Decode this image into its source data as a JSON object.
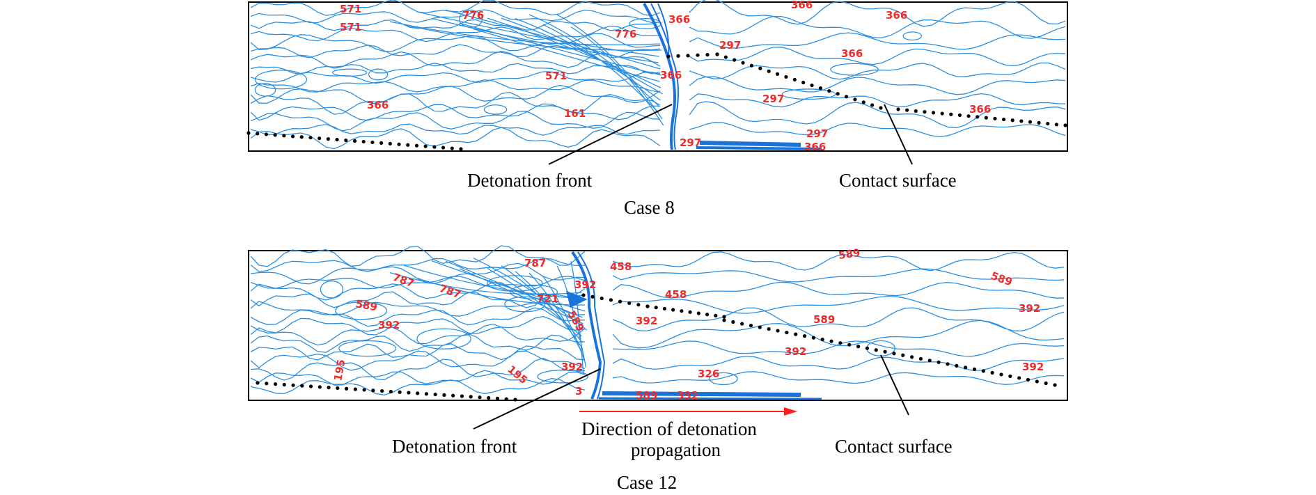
{
  "colors": {
    "contour": "#2b8fe0",
    "contour_dense": "#1a73d9",
    "contour_label": "#ee2a2a",
    "frame": "#000000",
    "direction_arrow": "#ff2020"
  },
  "panels": [
    {
      "caption": "Case 8",
      "annotations": {
        "detonation_front": "Detonation front",
        "contact_surface": "Contact surface"
      },
      "contour_labels": [
        "571",
        "571",
        "776",
        "776",
        "366",
        "366",
        "366",
        "297",
        "366",
        "571",
        "366",
        "366",
        "161",
        "297",
        "297",
        "366",
        "297",
        "366"
      ]
    },
    {
      "caption": "Case 12",
      "annotations": {
        "detonation_front": "Detonation front",
        "contact_surface": "Contact surface",
        "direction_line1": "Direction of detonation",
        "direction_line2": "propagation"
      },
      "contour_labels": [
        "787",
        "458",
        "787",
        "787",
        "589",
        "392",
        "721",
        "458",
        "589",
        "589",
        "589",
        "392",
        "392",
        "589",
        "392",
        "195",
        "195",
        "392",
        "392",
        "326",
        "392",
        "3",
        "589",
        "392"
      ]
    }
  ]
}
